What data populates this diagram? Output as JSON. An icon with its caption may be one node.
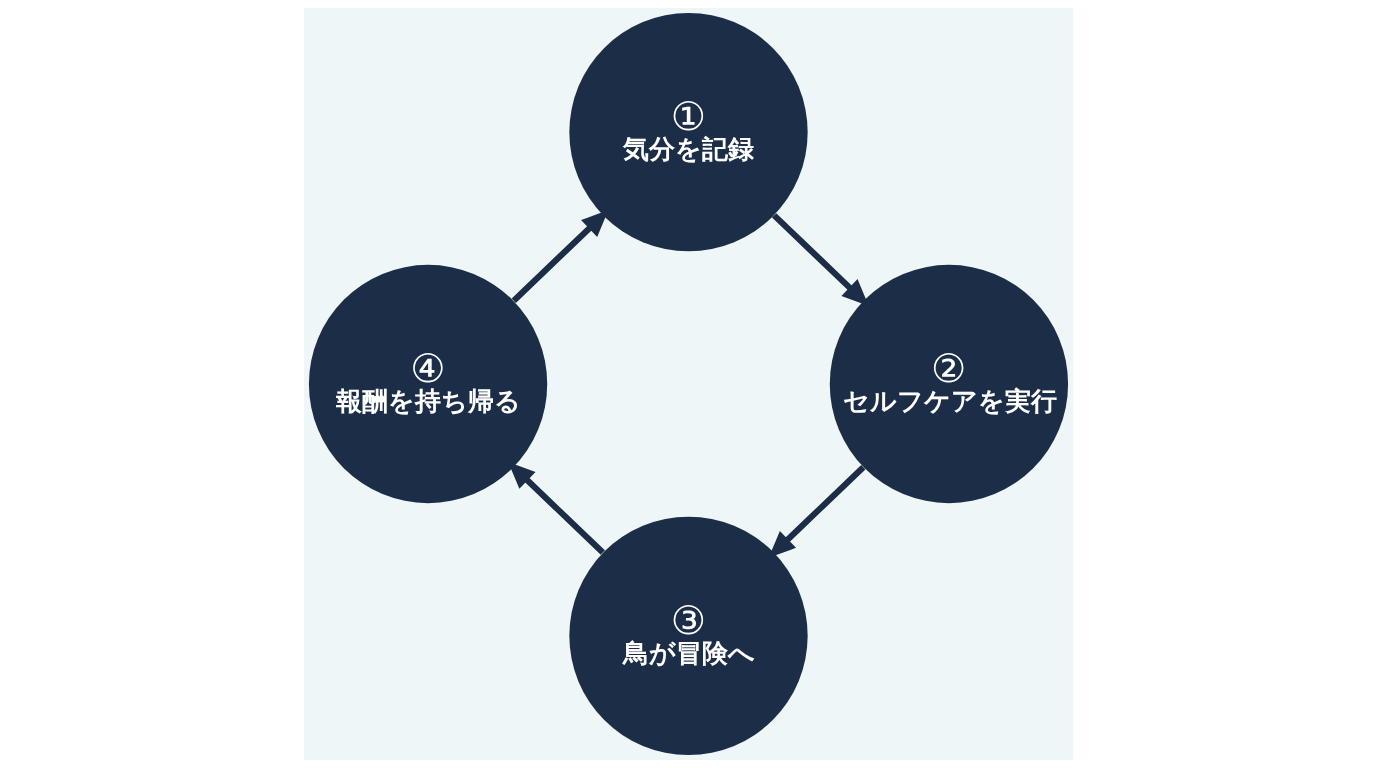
{
  "diagram": {
    "nodes": [
      {
        "text": [
          "①",
          "気分を記録"
        ]
      },
      {
        "text": [
          "②",
          "セルフケアを実行"
        ]
      },
      {
        "text": [
          "③",
          "鳥が冒険へ"
        ]
      },
      {
        "text": [
          "④",
          "報酬を持ち帰る"
        ]
      }
    ],
    "edges": [
      {
        "from": 0,
        "to": 1,
        "arrow": "to"
      },
      {
        "from": 1,
        "to": 2,
        "arrow": "to"
      },
      {
        "from": 2,
        "to": 3,
        "arrow": "to"
      },
      {
        "from": 3,
        "to": 0,
        "arrow": "to"
      }
    ]
  }
}
